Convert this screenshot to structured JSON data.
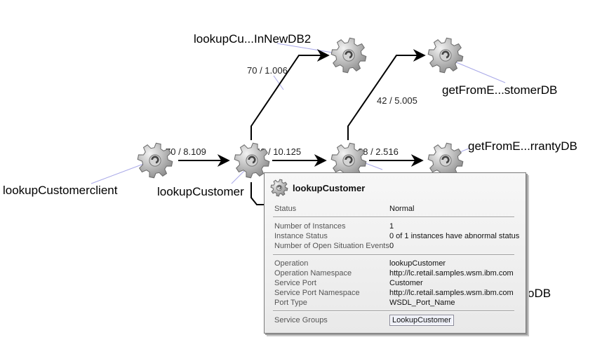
{
  "nodes": {
    "client": {
      "label": "lookupCustomerclient",
      "icon": "gear-icon"
    },
    "lookup": {
      "label": "lookupCustomer",
      "icon": "gear-icon"
    },
    "newdb2": {
      "label": "lookupCu...InNewDB2",
      "icon": "gear-icon"
    },
    "middle": {
      "label": "",
      "icon": "gear-icon"
    },
    "custdb": {
      "label": "getFromE...stomerDB",
      "icon": "gear-icon"
    },
    "warrdb": {
      "label": "getFromE...rrantyDB",
      "icon": "gear-icon"
    },
    "hidden": {
      "label": "oDB"
    }
  },
  "edges": {
    "client_lookup": "70 / 8.109",
    "lookup_newdb2": "70 / 1.006",
    "lookup_middle": "42 / 10.125",
    "middle_custdb": "42 / 5.005",
    "middle_warrdb": "28 / 2.516"
  },
  "tooltip": {
    "title": "lookupCustomer",
    "status_label": "Status",
    "status_value": "Normal",
    "instances_label": "Number of Instances",
    "instances_value": "1",
    "instance_status_label": "Instance Status",
    "instance_status_value": "0 of 1 instances have abnormal status",
    "open_events_label": "Number of Open Situation Events",
    "open_events_value": "0",
    "operation_label": "Operation",
    "operation_value": "lookupCustomer",
    "op_ns_label": "Operation Namespace",
    "op_ns_value": "http://lc.retail.samples.wsm.ibm.com",
    "port_label": "Service Port",
    "port_value": "Customer",
    "port_ns_label": "Service Port Namespace",
    "port_ns_value": "http://lc.retail.samples.wsm.ibm.com",
    "port_type_label": "Port Type",
    "port_type_value": "WSDL_Port_Name",
    "groups_label": "Service Groups",
    "groups_value": "LookupCustomer"
  },
  "colors": {
    "edge": "#000000",
    "leader": "#a8a8e8",
    "gear_light": "#f2f2f2",
    "gear_dark": "#8c8c8c"
  }
}
